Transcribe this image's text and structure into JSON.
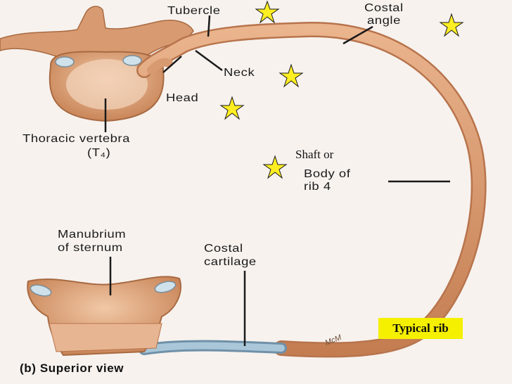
{
  "labels": {
    "tubercle": "Tubercle",
    "costal_angle_1": "Costal",
    "costal_angle_2": "angle",
    "neck": "Neck",
    "head": "Head",
    "vertebra_1": "Thoracic vertebra",
    "vertebra_2": "(T₄)",
    "shaft": "Shaft or",
    "body_1": "Body of",
    "body_2": "rib 4",
    "manubrium_1": "Manubrium",
    "manubrium_2": "of sternum",
    "cartilage_1": "Costal",
    "cartilage_2": "cartilage"
  },
  "caption": "Typical rib",
  "view_title": "(b) Superior view",
  "signature": "McM",
  "colors": {
    "bone": "#dca079",
    "bone_edge": "#b8744c",
    "cartilage": "#8fb3c8",
    "star": "#ffee22",
    "caption_bg": "#f5f000"
  }
}
